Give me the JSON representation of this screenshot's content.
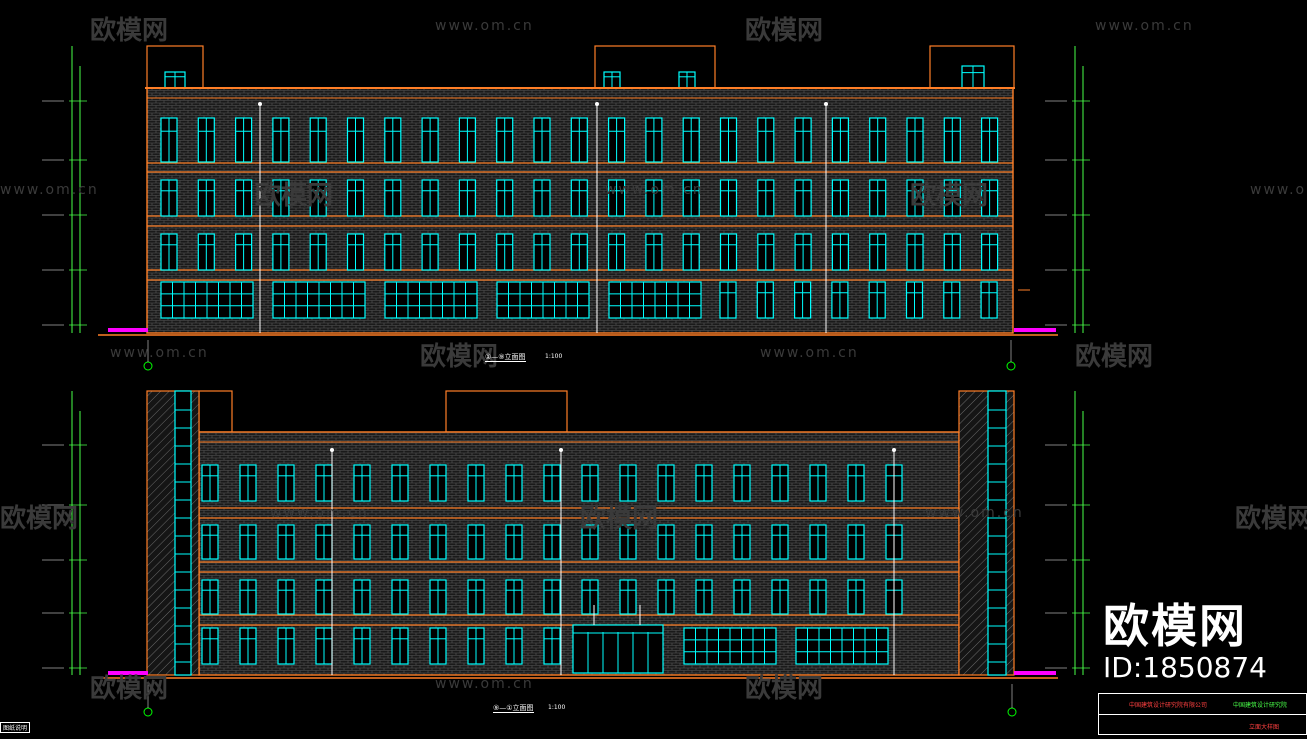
{
  "watermark": {
    "logo_text": "欧模网",
    "url_text": "www.om.cn"
  },
  "brand": {
    "name": "欧模网",
    "id_text": "ID:1850874"
  },
  "views": [
    {
      "label": "①—⑨立面图",
      "scale": "1:100"
    },
    {
      "label": "⑨—①立面图",
      "scale": "1:100"
    }
  ],
  "title_block": {
    "company": "中国建筑设计研究院有限公司",
    "project": "中国建筑设计研究院",
    "drawing": "立面大样图"
  },
  "corner_note": "图纸说明",
  "colors": {
    "outline": "#ff7f27",
    "window": "#00ffff",
    "brick": "#4a4a4a",
    "dimension": "#49ff49",
    "ground": "#ff00ff",
    "text": "#ffffff"
  }
}
